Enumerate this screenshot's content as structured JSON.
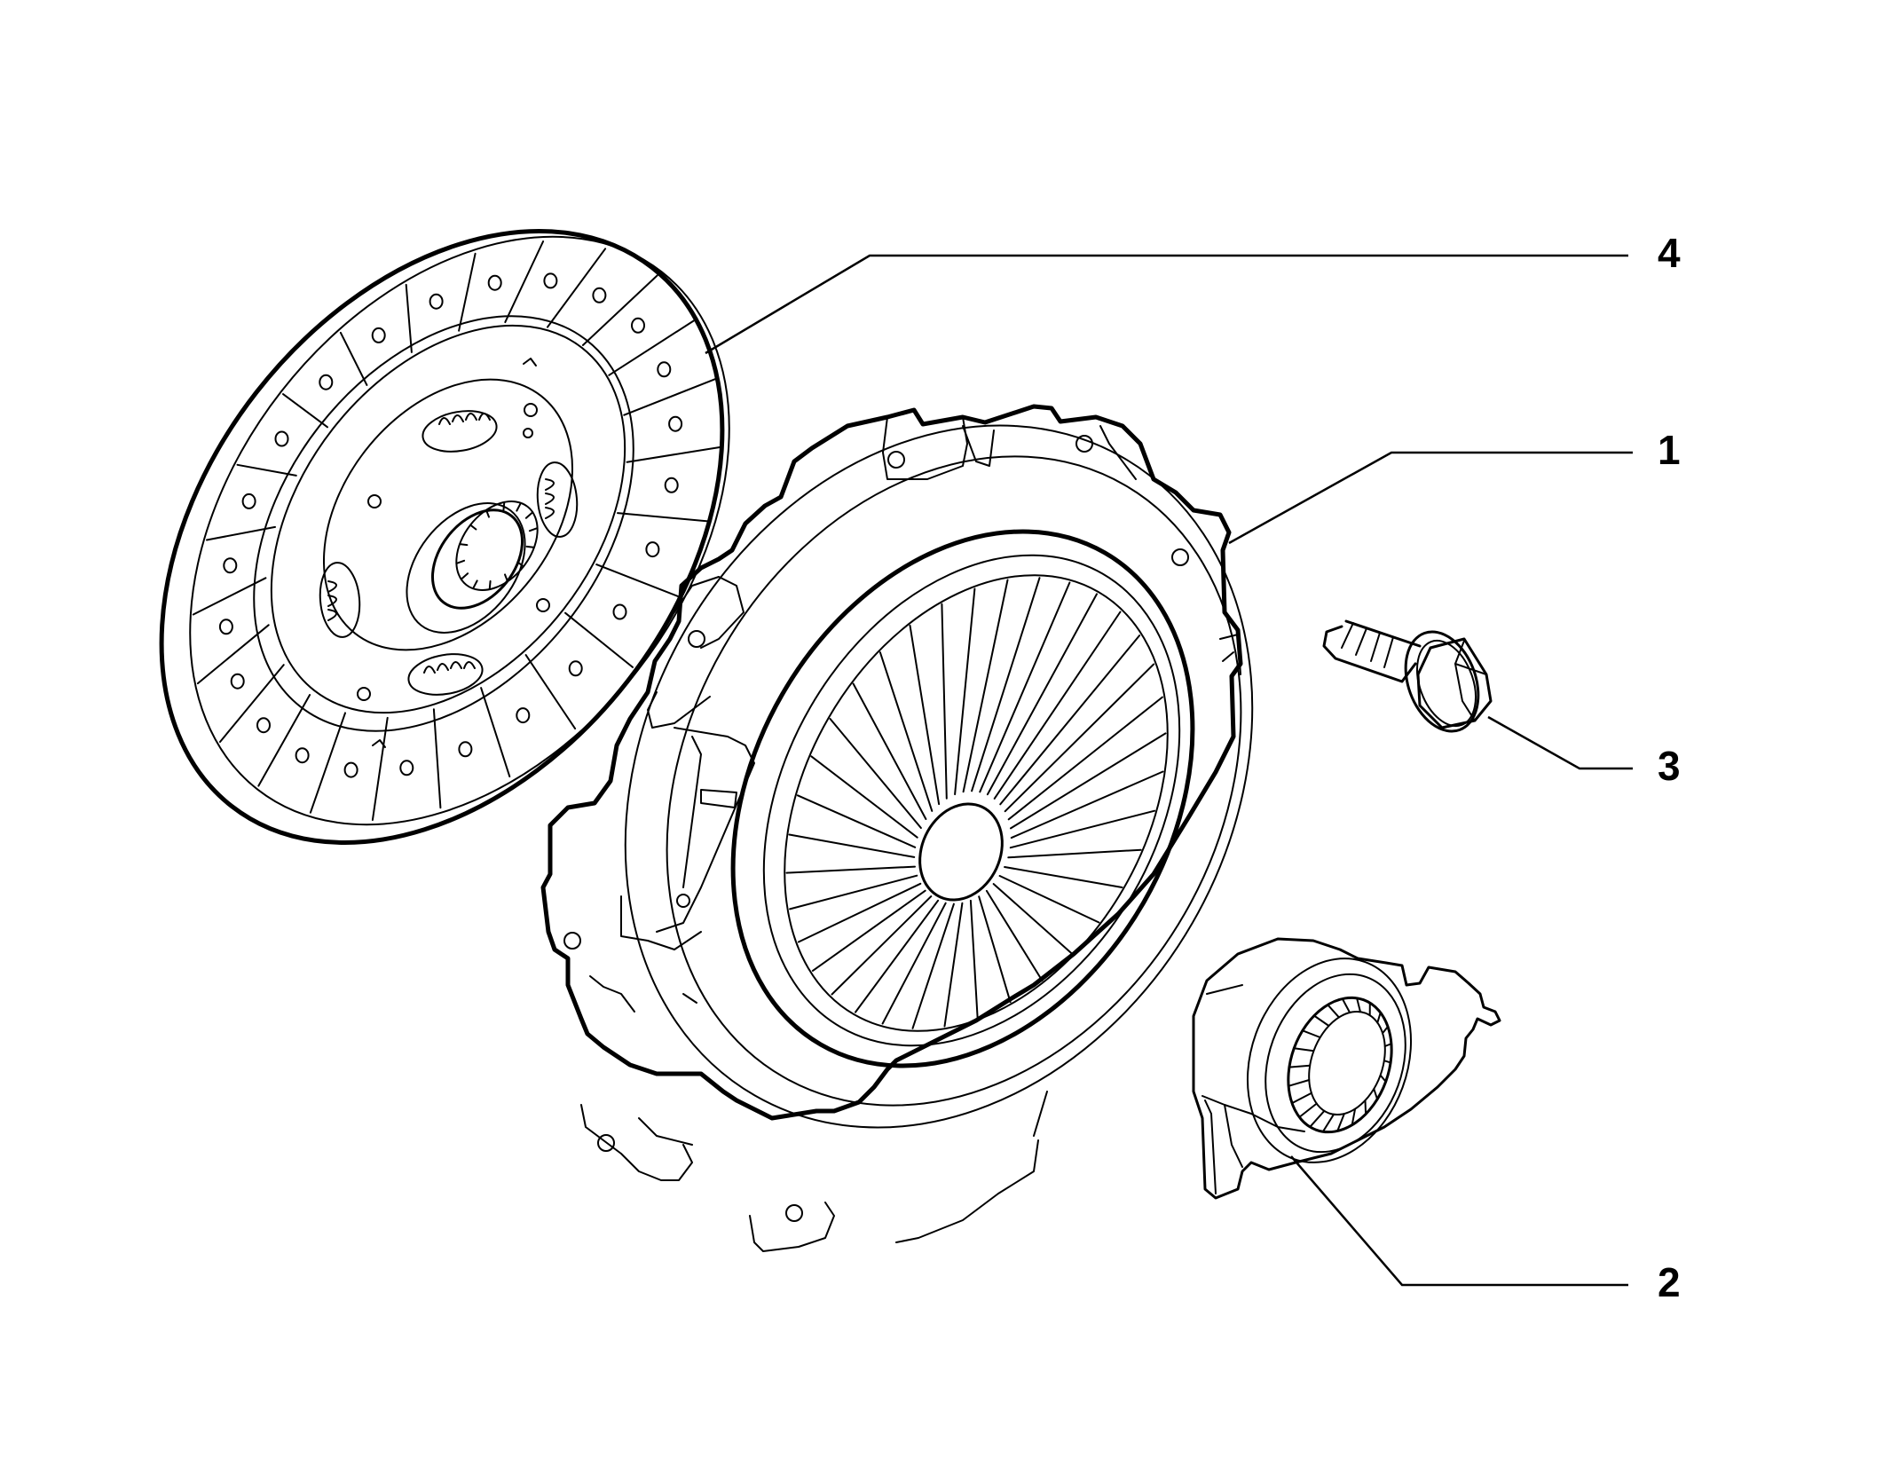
{
  "callouts": [
    {
      "id": "4",
      "label": "4"
    },
    {
      "id": "1",
      "label": "1"
    },
    {
      "id": "3",
      "label": "3"
    },
    {
      "id": "2",
      "label": "2"
    }
  ],
  "colors": {
    "line": "#000000",
    "background": "#ffffff"
  }
}
